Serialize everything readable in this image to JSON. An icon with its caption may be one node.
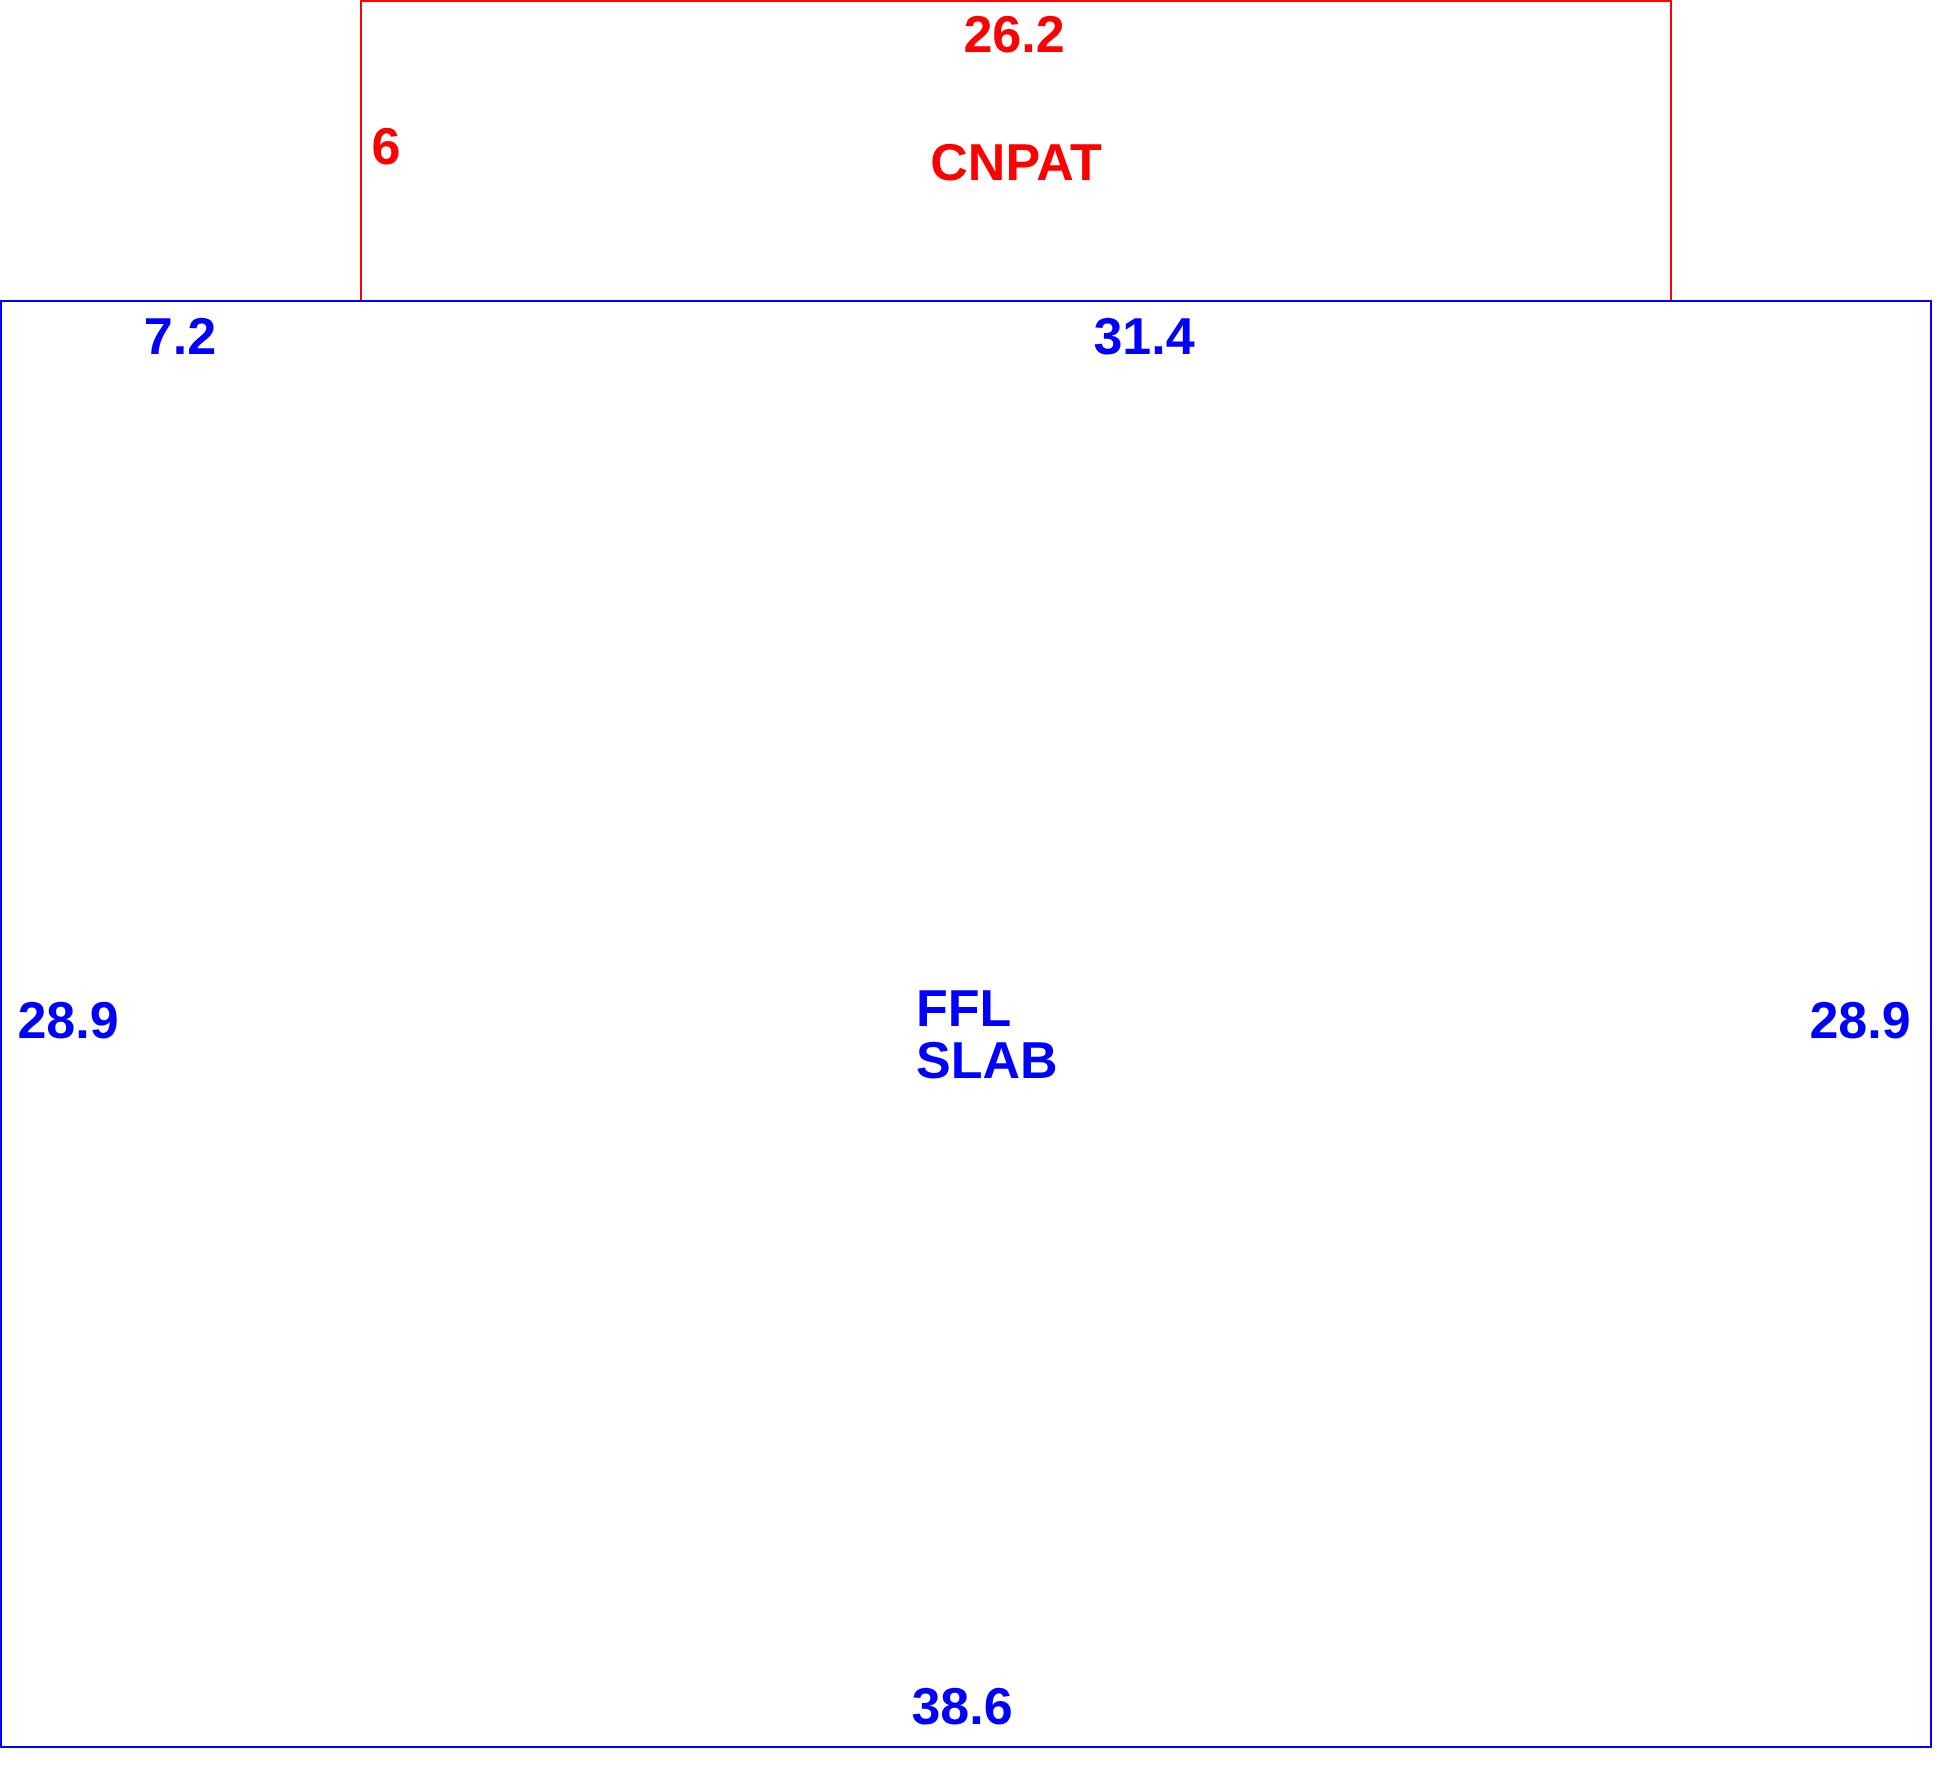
{
  "diagram": {
    "nodes": [
      {
        "text": [
          "CNPAT"
        ]
      },
      {
        "text": [
          "FFL SLAB"
        ]
      }
    ],
    "labels": [
      "26.2",
      "6",
      "7.2",
      "31.4",
      "28.9",
      "28.9",
      "38.6"
    ]
  }
}
